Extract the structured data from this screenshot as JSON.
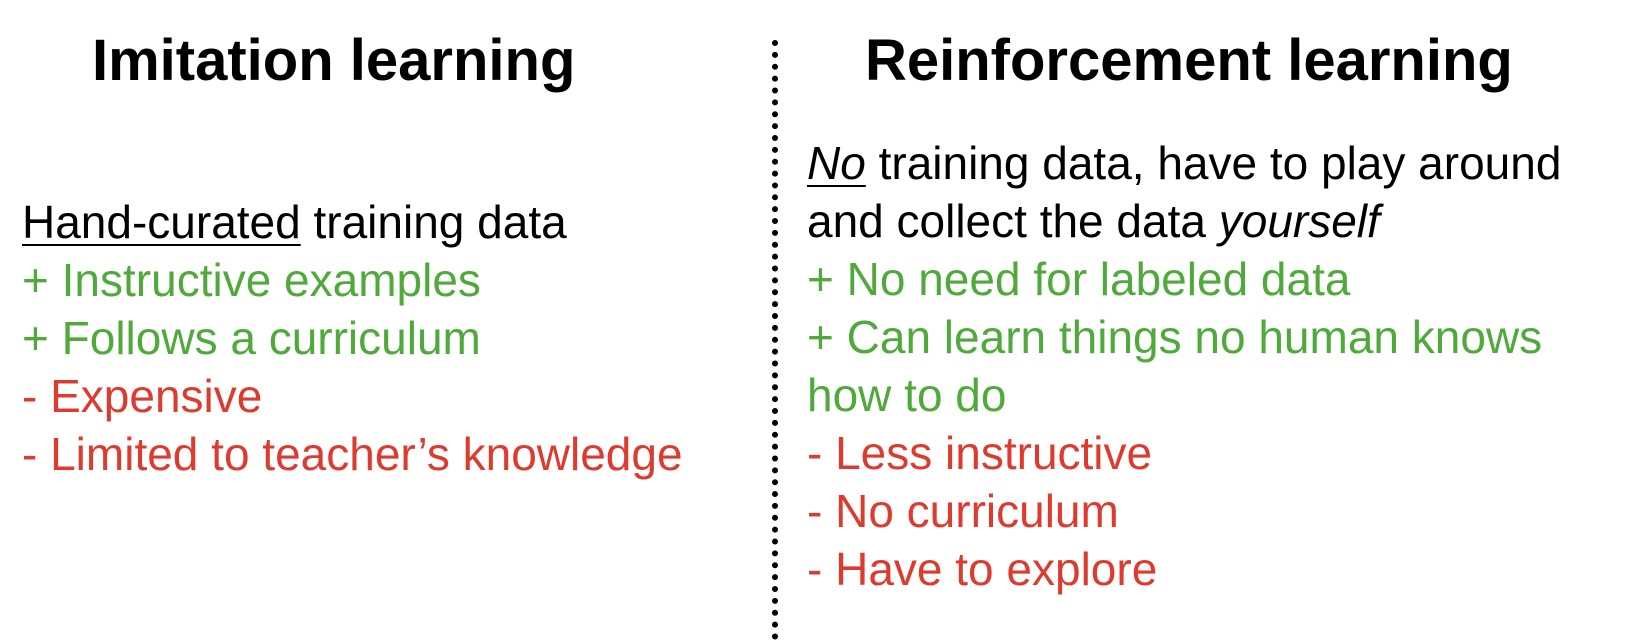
{
  "left": {
    "title": "Imitation learning",
    "intro": {
      "underlined": "Hand-curated",
      "rest": " training data"
    },
    "pros": [
      "+ Instructive examples",
      "+ Follows a curriculum"
    ],
    "cons": [
      "- Expensive",
      "- Limited to teacher’s knowledge"
    ]
  },
  "right": {
    "title": "Reinforcement learning",
    "intro": {
      "emphasis": "No",
      "line1_rest": " training data, have to play around",
      "line2_start": "and collect the data ",
      "line2_emphasis": "yourself"
    },
    "pros": [
      "+ No need for labeled data",
      "+ Can learn things no human knows",
      "how to do"
    ],
    "cons": [
      "- Less instructive",
      "- No curriculum",
      "- Have to explore"
    ]
  },
  "colors": {
    "pro": "#4faa3b",
    "con": "#dd3b2e",
    "text": "#000000"
  }
}
